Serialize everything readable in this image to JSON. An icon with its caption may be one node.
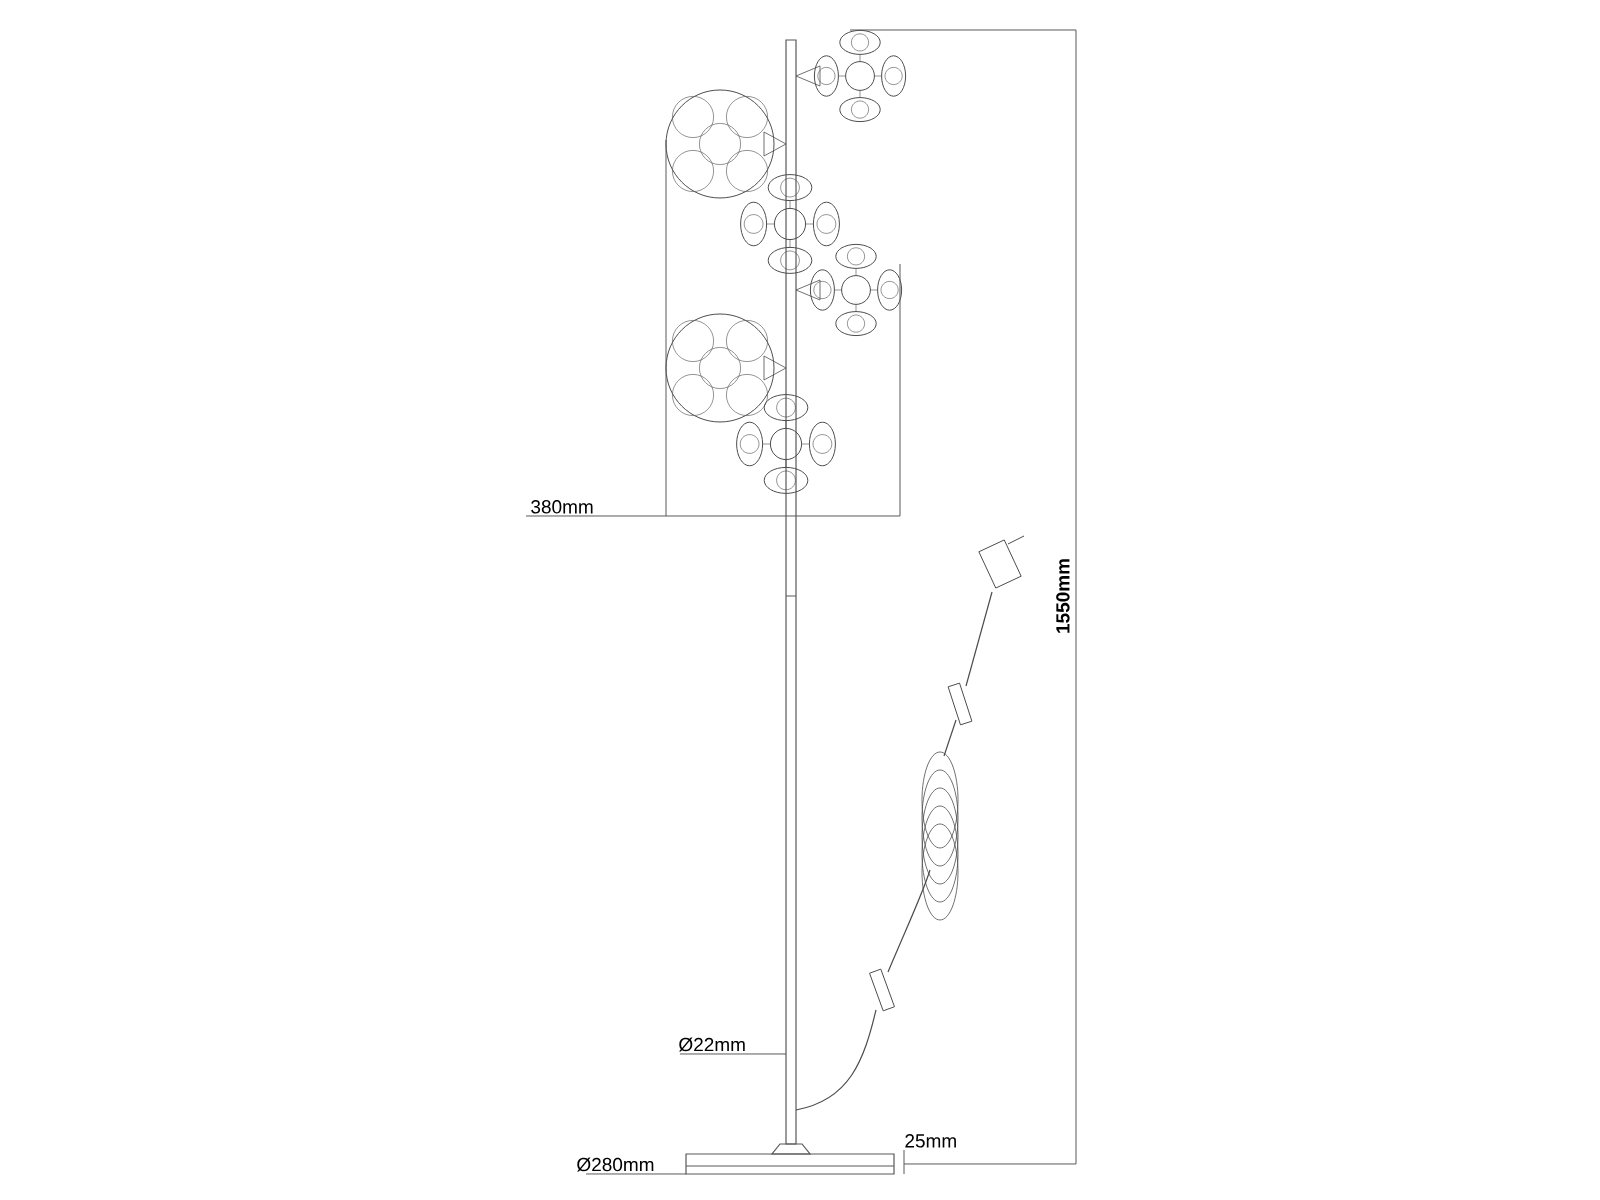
{
  "diagram": {
    "labels": [
      "380mm",
      "1550mm",
      "Ø22mm",
      "25mm",
      "Ø280mm"
    ]
  }
}
